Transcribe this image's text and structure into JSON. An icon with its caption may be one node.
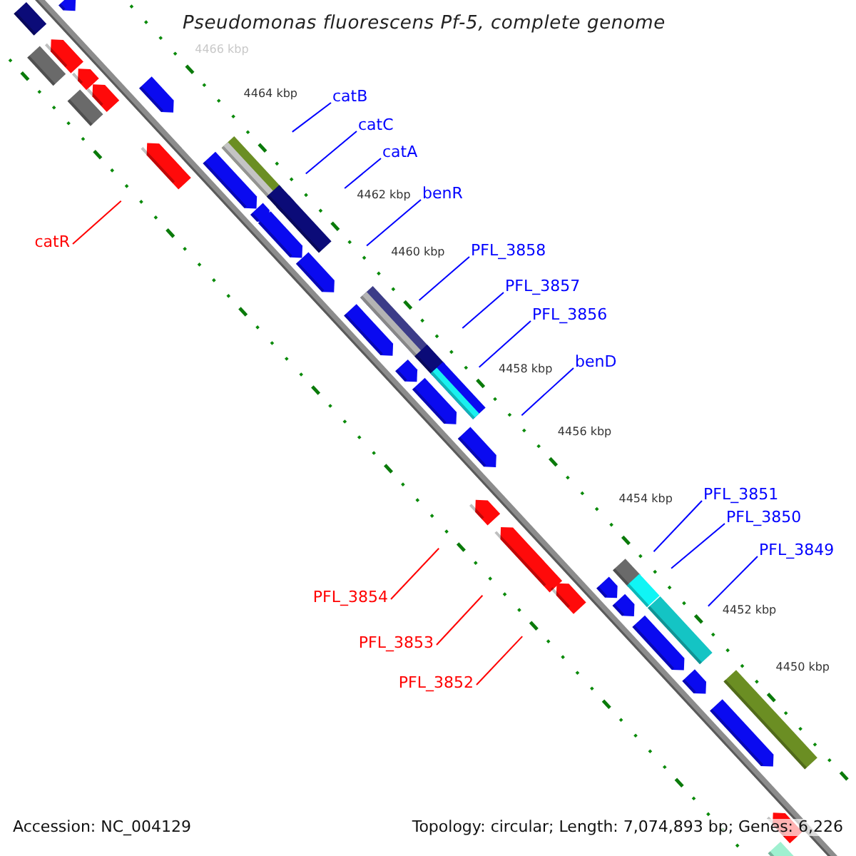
{
  "diagram": {
    "title": "Pseudomonas fluorescens Pf-5, complete genome",
    "nodes": [
      {
        "text": [
          "catB"
        ]
      },
      {
        "text": [
          "catC"
        ]
      },
      {
        "text": [
          "catA"
        ]
      },
      {
        "text": [
          "benR"
        ]
      },
      {
        "text": [
          "catR"
        ]
      },
      {
        "text": [
          "PFL_3858"
        ]
      },
      {
        "text": [
          "PFL_3857"
        ]
      },
      {
        "text": [
          "PFL_3856"
        ]
      },
      {
        "text": [
          "benD"
        ]
      },
      {
        "text": [
          "PFL_3851"
        ]
      },
      {
        "text": [
          "PFL_3850"
        ]
      },
      {
        "text": [
          "PFL_3849"
        ]
      },
      {
        "text": [
          "PFL_3854"
        ]
      },
      {
        "text": [
          "PFL_3853"
        ]
      },
      {
        "text": [
          "PFL_3852"
        ]
      }
    ],
    "edges": [
      {
        "from": 0,
        "to": null,
        "arrow": "none"
      },
      {
        "from": 1,
        "to": null,
        "arrow": "none"
      },
      {
        "from": 2,
        "to": null,
        "arrow": "none"
      },
      {
        "from": 3,
        "to": null,
        "arrow": "none"
      },
      {
        "from": 4,
        "to": null,
        "arrow": "none",
        "color": "#ff0000"
      },
      {
        "from": 5,
        "to": null,
        "arrow": "none"
      },
      {
        "from": 6,
        "to": null,
        "arrow": "none"
      },
      {
        "from": 7,
        "to": null,
        "arrow": "none"
      },
      {
        "from": 8,
        "to": null,
        "arrow": "none"
      },
      {
        "from": 9,
        "to": null,
        "arrow": "none"
      },
      {
        "from": 10,
        "to": null,
        "arrow": "none"
      },
      {
        "from": 11,
        "to": null,
        "arrow": "none"
      },
      {
        "from": 12,
        "to": null,
        "arrow": "none",
        "color": "#ff0000"
      },
      {
        "from": 13,
        "to": null,
        "arrow": "none",
        "color": "#ff0000"
      },
      {
        "from": 14,
        "to": null,
        "arrow": "none",
        "color": "#ff0000"
      }
    ],
    "labels": [
      "4466 kbp",
      "4464 kbp",
      "4462 kbp",
      "4460 kbp",
      "4458 kbp",
      "4456 kbp",
      "4454 kbp",
      "4452 kbp",
      "4450 kbp",
      "Accession: NC_004129",
      "Topology: circular; Length: 7,074,893 bp; Genes: 6,226"
    ]
  }
}
